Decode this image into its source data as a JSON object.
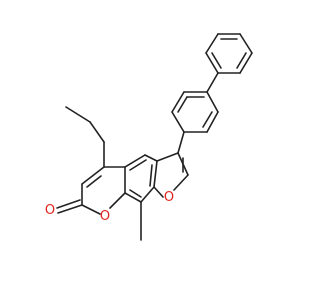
{
  "diagram": {
    "kind": "skeletal-structure",
    "colors": {
      "bond": "#222222",
      "heteroatom_oxygen": "#e0221c",
      "background": "#ffffff"
    },
    "atom_labels": {
      "carbonyl_oxygen": "O",
      "pyran_oxygen": "O",
      "furan_oxygen": "O"
    }
  }
}
